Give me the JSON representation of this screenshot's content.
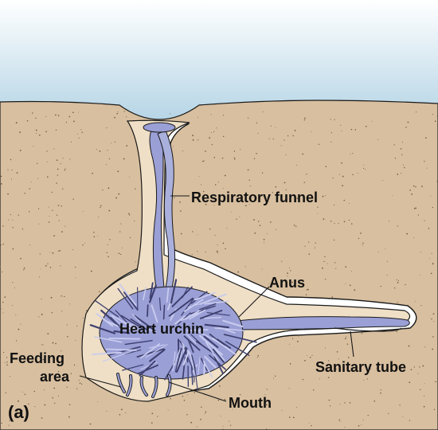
{
  "panel_label": "(a)",
  "labels": {
    "respiratory_funnel": "Respiratory funnel",
    "anus": "Anus",
    "heart_urchin": "Heart urchin",
    "feeding_area_line1": "Feeding",
    "feeding_area_line2": "area",
    "sanitary_tube": "Sanitary tube",
    "mouth": "Mouth"
  },
  "colors": {
    "water": "#bcd9e8",
    "sediment": "#d8bf9f",
    "burrow": "#efdfc6",
    "urchin": "#9a9fd6",
    "outline": "#1a1a1a"
  }
}
